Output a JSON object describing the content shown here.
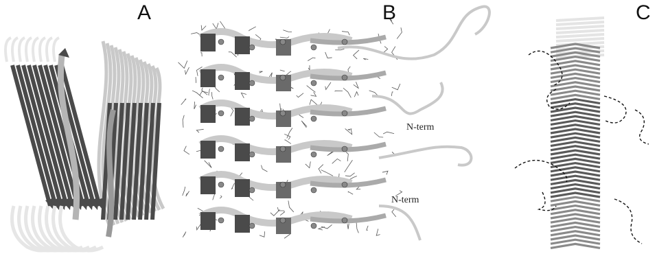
{
  "panels": [
    {
      "label": "A"
    },
    {
      "label": "B",
      "annotations": [
        "N-term",
        "N-term"
      ]
    },
    {
      "label": "C"
    }
  ],
  "colors": {
    "dark_strand": "#4a4a4a",
    "light_strand": "#c9c9c9",
    "loop": "#e6e6e6",
    "outline": "#333333"
  }
}
